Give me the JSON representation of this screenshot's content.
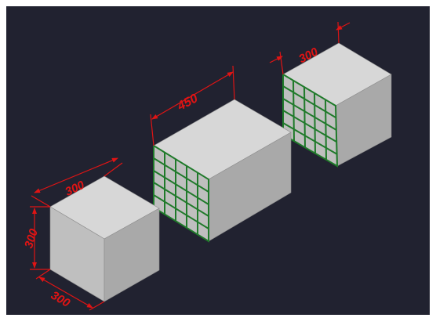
{
  "viewport": {
    "background": "#212230",
    "frame_color": "#ffffff"
  },
  "colors": {
    "face_top": "#d7d7d7",
    "face_front": "#bfbfbf",
    "face_side": "#a9a9a9",
    "grid_line": "#1f7a2a",
    "dimension": "#e01414",
    "edge": "#8d8d8d"
  },
  "dimensions": {
    "cube_left_width": "300",
    "cube_left_height": "300",
    "cube_left_depth": "300",
    "box_middle_width": "450",
    "cube_right_width": "300"
  }
}
